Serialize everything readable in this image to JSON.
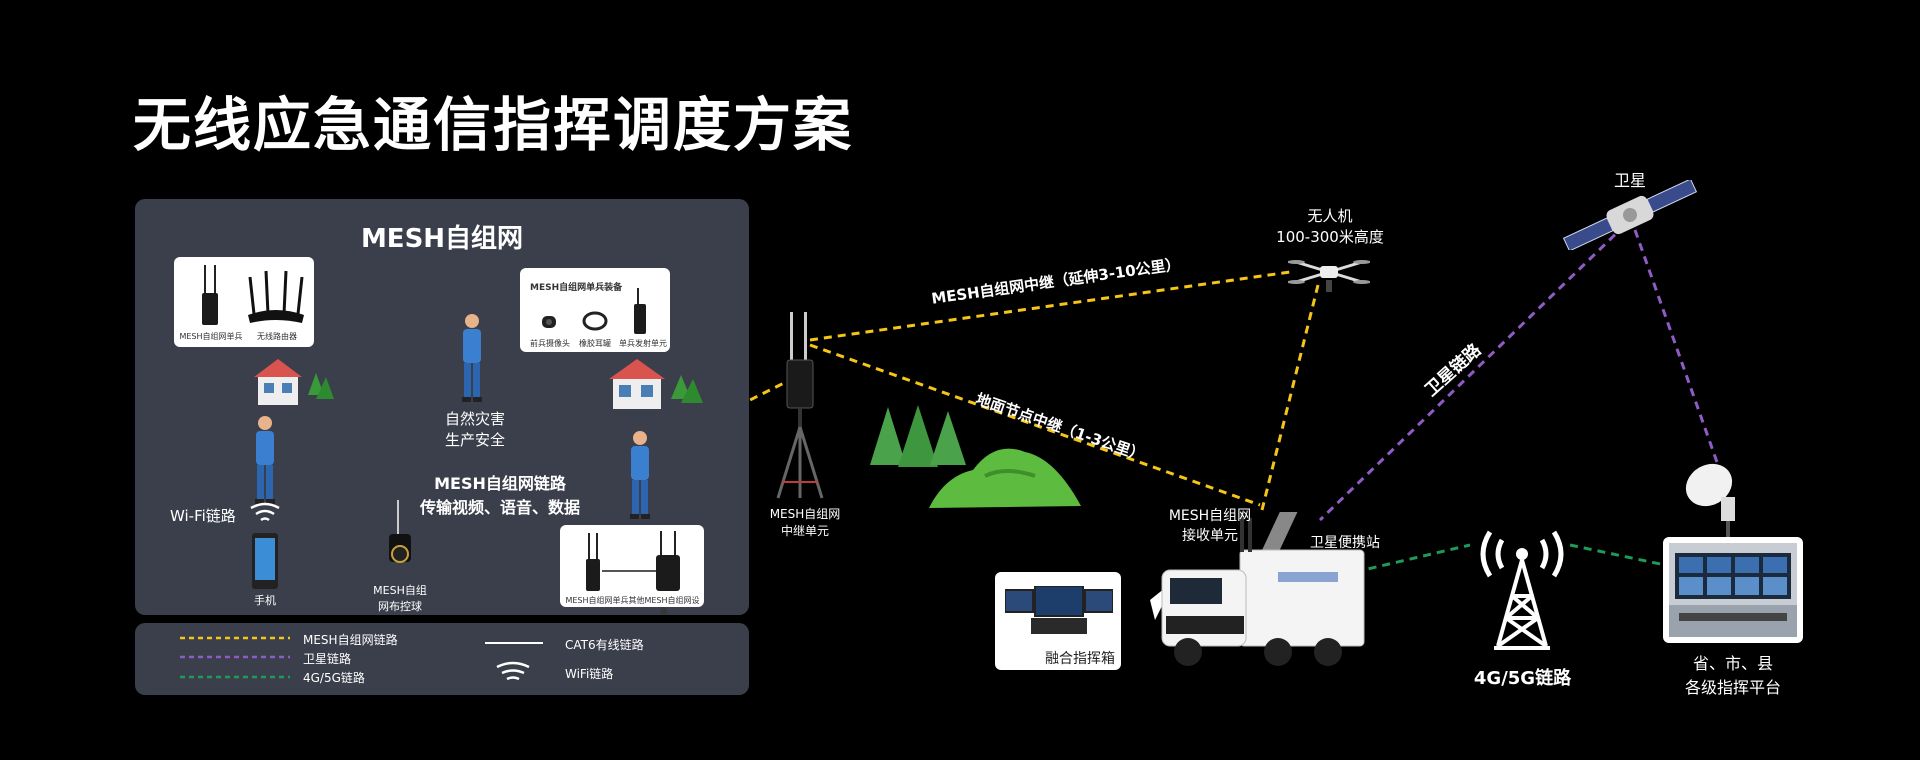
{
  "title": "无线应急通信指挥调度方案",
  "mesh": {
    "title": "MESH自组网",
    "card1": {
      "label_a": "MESH自组网单兵",
      "label_b": "无线路由器"
    },
    "card2": {
      "title": "MESH自组网单兵装备",
      "label_a": "前兵摄像头",
      "label_b": "橡胶耳罐",
      "label_c": "单兵发射单元"
    },
    "card3": {
      "label_a": "MESH自组网单兵",
      "label_b": "其他MESH自组网设备"
    },
    "disaster": [
      "自然灾害",
      "生产安全"
    ],
    "link_label": [
      "MESH自组网链路",
      "传输视频、语音、数据"
    ],
    "wifi_label": "Wi-Fi链路",
    "phone_label": "手机",
    "ball_label": [
      "MESH自组",
      "网布控球"
    ]
  },
  "relay": {
    "label": [
      "MESH自组网",
      "中继单元"
    ]
  },
  "drone": {
    "label": [
      "无人机",
      "100-300米高度"
    ]
  },
  "satellite": {
    "label": "卫星"
  },
  "links": {
    "mesh_relay": "MESH自组网中继（延伸3-10公里）",
    "ground_relay": "地面节点中继（1-3公里）",
    "sat_link": "卫星链路",
    "cell": "4G/5G链路"
  },
  "receiver": {
    "label": [
      "MESH自组网",
      "接收单元"
    ]
  },
  "sat_station": "卫星便携站",
  "fusion_box": "融合指挥箱",
  "platform": [
    "省、市、县",
    "各级指挥平台"
  ],
  "legend": {
    "mesh": "MESH自组网链路",
    "sat": "卫星链路",
    "cell": "4G/5G链路",
    "cat6": "CAT6有线链路",
    "wifi": "WiFi链路"
  },
  "colors": {
    "mesh_link": "#f5c518",
    "sat_link": "#8e5cc4",
    "cell_link": "#1f9a5a",
    "panel": "#3b3f4b"
  }
}
